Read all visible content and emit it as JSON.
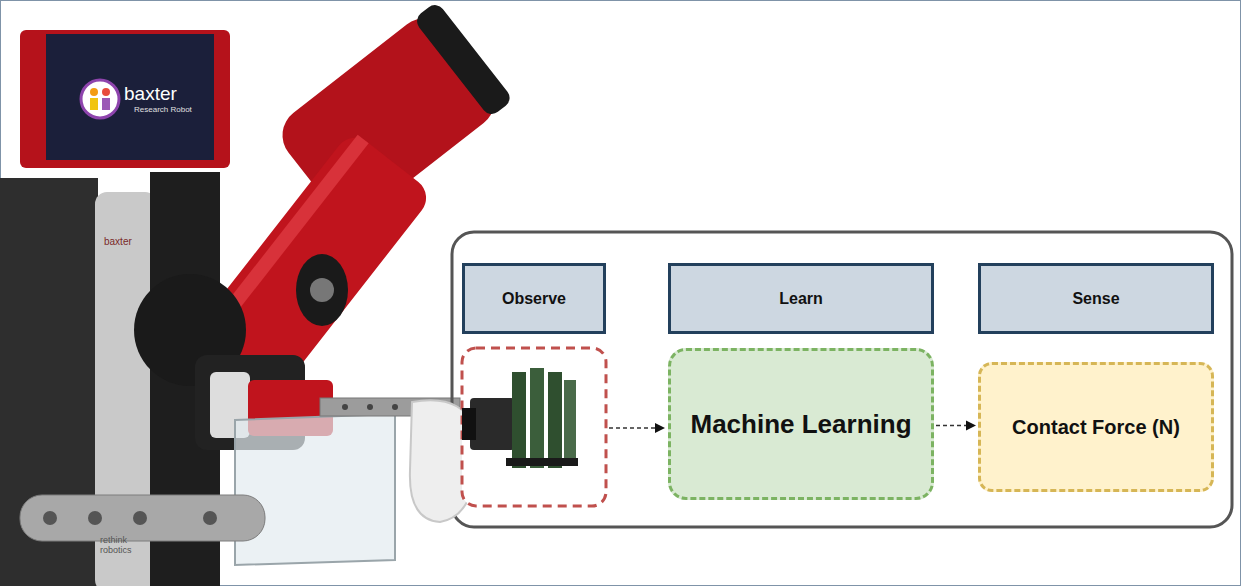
{
  "diagram": {
    "nodes": [
      {
        "text": [
          "Observe"
        ]
      },
      {
        "text": [
          "Learn"
        ]
      },
      {
        "text": [
          "Sense"
        ]
      },
      {
        "text": [
          "Machine Learning"
        ]
      },
      {
        "text": [
          "Contact Force (N)"
        ]
      }
    ],
    "edges": [
      {
        "from": 3,
        "to": 4,
        "arrow": "to"
      }
    ],
    "labels": [
      "baxter",
      "Research Robot",
      "baxter",
      "rethink robotics"
    ]
  }
}
